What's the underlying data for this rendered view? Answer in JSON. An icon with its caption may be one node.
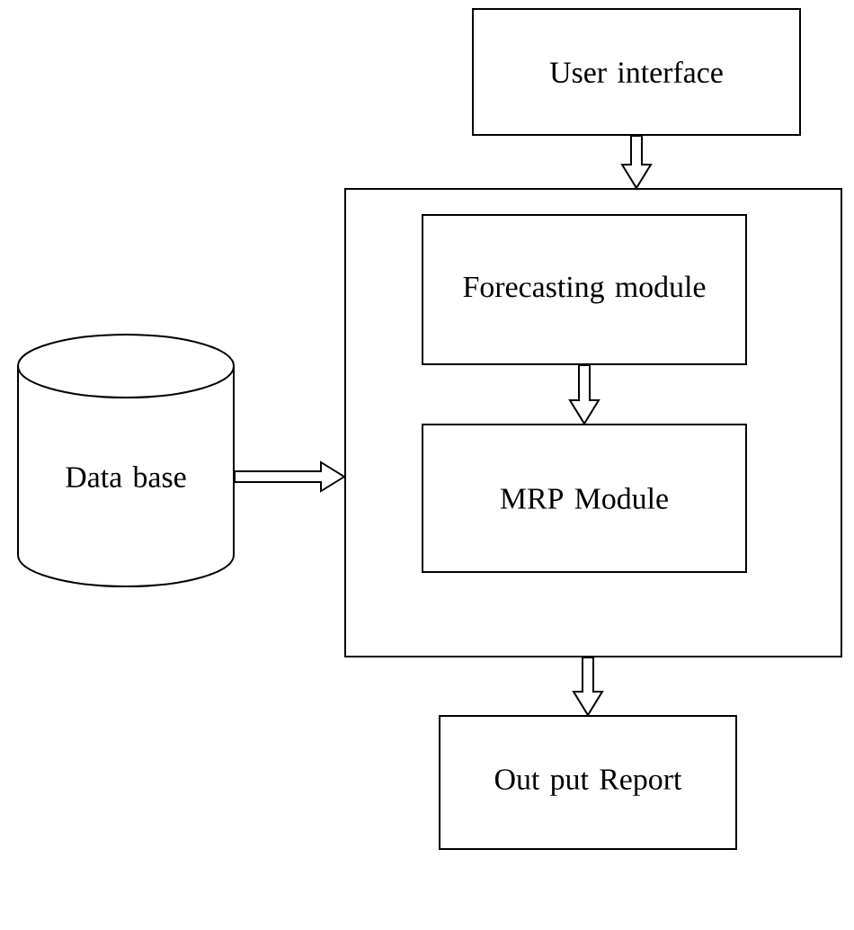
{
  "diagram": {
    "nodes": [
      {
        "text": [
          "User interface"
        ]
      },
      {
        "text": [],
        "shape": "box"
      },
      {
        "text": [
          "Forecasting module"
        ],
        "in": 1
      },
      {
        "text": [
          "MRP Module"
        ],
        "in": 1
      },
      {
        "text": [
          "Data base"
        ]
      },
      {
        "text": [
          "Out put Report"
        ]
      }
    ],
    "edges": [
      {
        "from": 0,
        "to": 1,
        "arrow": "to"
      },
      {
        "from": 2,
        "to": 3,
        "arrow": "to"
      },
      {
        "from": 4,
        "to": 1,
        "arrow": "to"
      },
      {
        "from": 1,
        "to": 5,
        "arrow": "to"
      }
    ]
  }
}
